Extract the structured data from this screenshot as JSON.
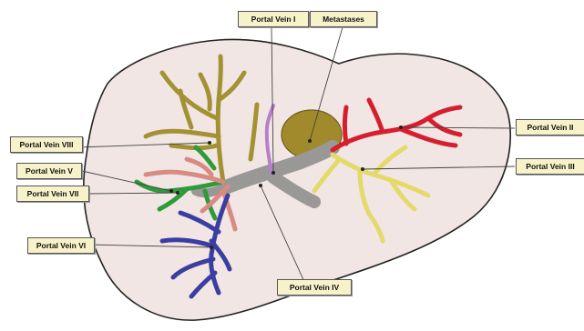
{
  "labels": {
    "portal_vein_i": "Portal Vein I",
    "metastases": "Metastases",
    "portal_vein_ii": "Portal Vein II",
    "portal_vein_iii": "Portal Vein III",
    "portal_vein_iv": "Portal Vein IV",
    "portal_vein_v": "Portal Vein V",
    "portal_vein_vi": "Portal Vein VI",
    "portal_vein_vii": "Portal Vein VII",
    "portal_vein_viii": "Portal Vein VIII"
  },
  "colors": {
    "liver": "#f1e6e4",
    "liver_outline": "#222222",
    "segment_i": "#b77fc9",
    "segment_ii": "#d61f2e",
    "segment_iii": "#e6d85a",
    "segment_iv": "#e3da6a",
    "segment_v": "#d98a82",
    "segment_vi": "#3b3ea1",
    "segment_vii": "#2f9a3a",
    "segment_viii": "#a39233",
    "main_trunk": "#9a9797",
    "metastasis": "#a08a2c",
    "callout_bg": "#f7f2c9"
  }
}
